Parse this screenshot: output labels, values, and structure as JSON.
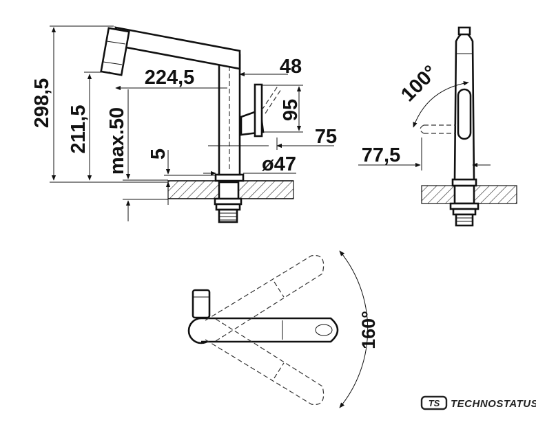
{
  "dimensions": {
    "total_height": "298,5",
    "spout_height": "211,5",
    "max_countertop": "max.50",
    "reach": "224,5",
    "handle_offset": "48",
    "handle_height": "95",
    "handle_reach": "75",
    "ring_height": "5",
    "base_diameter": "ø47",
    "side_reach": "77,5",
    "lever_angle": "100°",
    "swivel_angle": "160°"
  },
  "brand": {
    "name": "TECHNOSTATUS",
    "logo_letters": "TS"
  }
}
